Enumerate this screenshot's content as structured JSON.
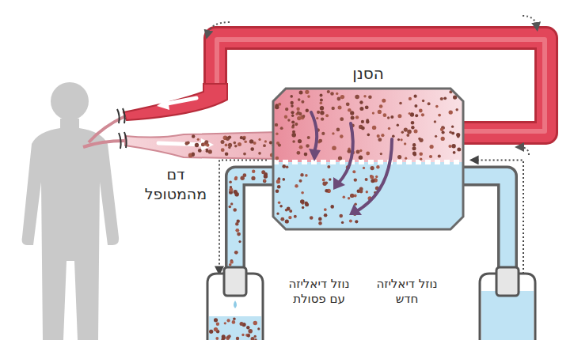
{
  "diagram": {
    "nodes": [
      {
        "text": [
          "הסנן"
        ]
      },
      {
        "text": [
          "נוזל דיאליזה עם פסולת"
        ]
      },
      {
        "text": [
          "נוזל דיאליזה חדש"
        ]
      }
    ],
    "edges": [
      {
        "from": 2,
        "to": 0,
        "arrow": "to"
      },
      {
        "from": 0,
        "to": 1,
        "arrow": "to"
      }
    ],
    "labels": [
      "דם מהמטופל"
    ]
  }
}
